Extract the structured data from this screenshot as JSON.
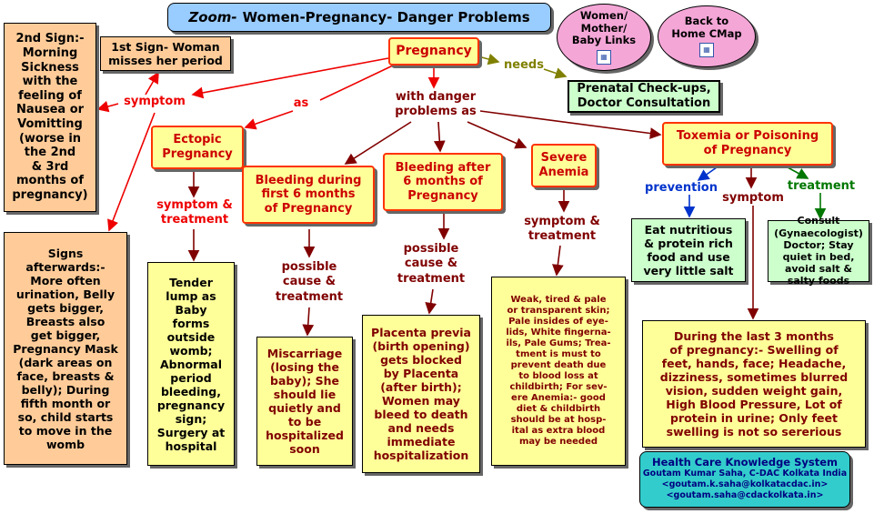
{
  "title": {
    "prefix": "Zoom-",
    "text": "Women-Pregnancy- Danger Problems"
  },
  "links": {
    "women": "Women/\nMother/\nBaby Links",
    "home": "Back to\nHome CMap"
  },
  "concepts": {
    "pregnancy": "Pregnancy",
    "second_sign": "2nd Sign:-\nMorning\nSickness\nwith the\nfeeling of\nNausea or\nVomitting\n(worse in\nthe 2nd\n& 3rd\nmonths of\npregnancy)",
    "first_sign": "1st Sign- Woman\nmisses her period",
    "signs_after": "Signs\nafterwards:-\nMore often\nurination, Belly\ngets bigger,\nBreasts also\nget bigger,\nPregnancy Mask\n(dark areas on\nface, breasts &\nbelly); During\nfifth month or\nso, child starts\nto move in the\nwomb",
    "prenatal": "Prenatal Check-ups,\nDoctor Consultation",
    "ectopic": "Ectopic\nPregnancy",
    "bleed_first": "Bleeding during\nfirst 6 months\nof Pregnancy",
    "bleed_after": "Bleeding after\n6 months of\nPregnancy",
    "anemia": "Severe\nAnemia",
    "toxemia": "Toxemia or Poisoning\nof Pregnancy",
    "tender": "Tender\nlump as\nBaby\nforms\noutside\nwomb;\nAbnormal\nperiod\nbleeding,\npregnancy\nsign;\nSurgery at\nhospital",
    "miscarriage": "Miscarriage\n(losing the\nbaby); She\nshould lie\nquietly and\nto be\nhospitalized\nsoon",
    "placenta": "Placenta previa\n(birth opening)\ngets blocked\nby Placenta\n(after birth);\nWomen may\nbleed to death\nand needs\nimmediate\nhospitalization",
    "anemia_detail": "Weak, tired & pale\nor transparent skin;\nPale insides of eye-\nlids, White fingerna-\nils, Pale Gums; Trea-\ntment is must to\nprevent death due\nto blood loss at\nchildbirth; For sev-\nere Anemia:- good\ndiet & childbirth\nshould be at hosp-\nital as extra blood\nmay be needed",
    "eat": "Eat nutritious\n& protein rich\nfood and use\nvery little salt",
    "consult": "Consult\n(Gynaecologist)\nDoctor; Stay\nquiet in bed,\navoid salt &\nsalty foods",
    "last3": "During the last 3 months\nof pregnancy:- Swelling of\nfeet, hands, face; Headache,\ndizziness, sometimes blurred\nvision, sudden weight gain,\nHigh Blood Pressure, Lot of\nprotein in urine; Only feet\nswelling is not so sererious"
  },
  "linking_phrases": {
    "needs": "needs",
    "symptom": "symptom",
    "as": "as",
    "with_danger": "with danger\nproblems as",
    "symp_treat_1": "symptom &\ntreatment",
    "possible_1": "possible\ncause &\ntreatment",
    "possible_2": "possible\ncause &\ntreatment",
    "symp_treat_2": "symptom &\ntreatment",
    "prevention": "prevention",
    "symptom_2": "symptom",
    "treatment": "treatment"
  },
  "credit": {
    "heading": "Health Care Knowledge System",
    "author": "Goutam Kumar Saha, C-DAC Kolkata India",
    "email1": "<goutam.k.saha@kolkatacdac.in>",
    "email2": "<goutam.saha@cdackolkata.in>"
  },
  "colors": {
    "concept_red_border": "#ff3300",
    "concept_red_text": "#cc0000",
    "peach": "#ffcc99",
    "yellow": "#ffff99",
    "green": "#ccffcc",
    "maroon": "#800000",
    "title_blue": "#99ccff",
    "pink": "#f4a6d7",
    "teal": "#33cccc"
  }
}
